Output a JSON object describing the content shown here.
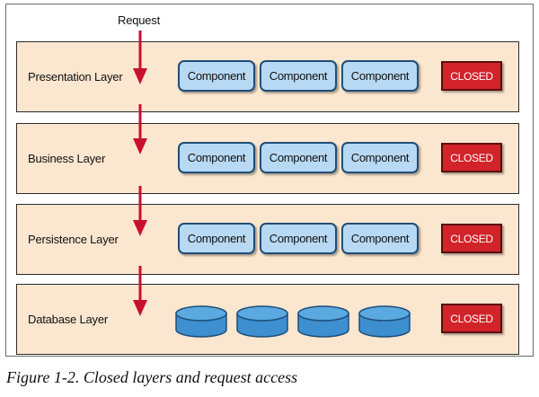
{
  "request_label": "Request",
  "layers": [
    {
      "label": "Presentation Layer",
      "components": [
        "Component",
        "Component",
        "Component"
      ],
      "status": "CLOSED"
    },
    {
      "label": "Business Layer",
      "components": [
        "Component",
        "Component",
        "Component"
      ],
      "status": "CLOSED"
    },
    {
      "label": "Persistence Layer",
      "components": [
        "Component",
        "Component",
        "Component"
      ],
      "status": "CLOSED"
    },
    {
      "label": "Database Layer",
      "databases": 4,
      "status": "CLOSED"
    }
  ],
  "caption": "Figure 1-2. Closed layers and request access",
  "colors": {
    "layer_fill": "#fbe6cf",
    "component_fill": "#b8d9f3",
    "component_border": "#1f4e79",
    "closed_fill": "#d2232a",
    "arrow": "#c8102e",
    "database_fill": "#3d8fd0"
  }
}
